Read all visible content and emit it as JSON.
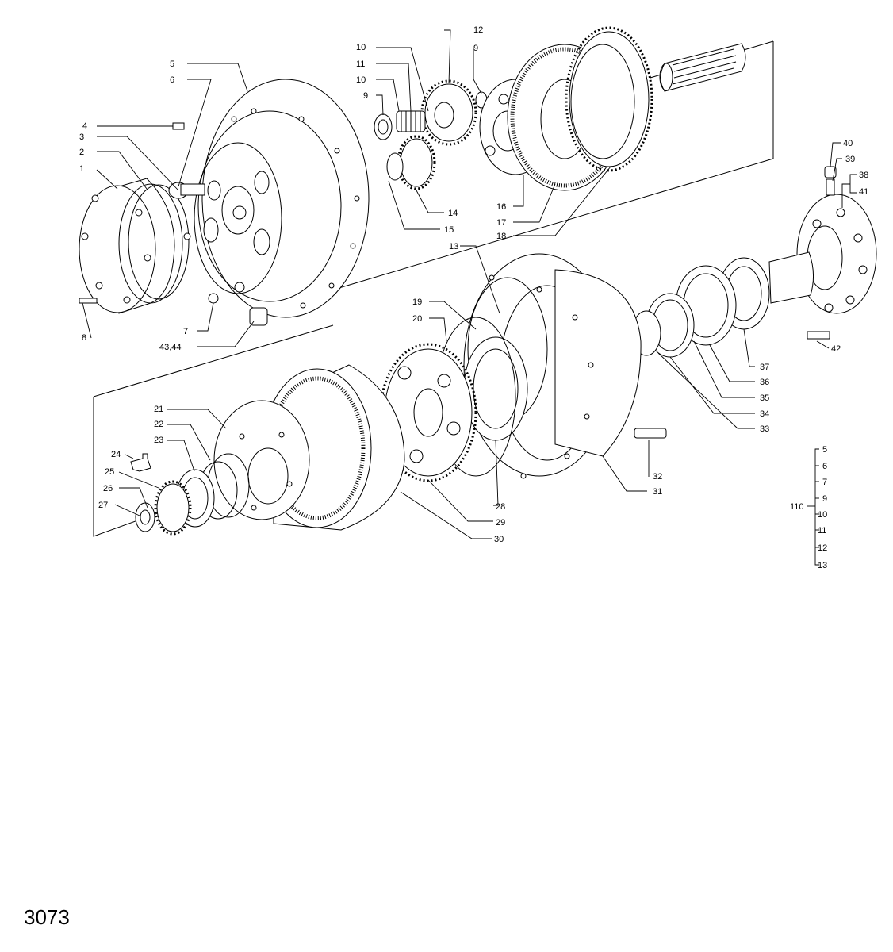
{
  "figure_number": "3073",
  "callouts": [
    {
      "id": "c1",
      "label": "1"
    },
    {
      "id": "c2",
      "label": "2"
    },
    {
      "id": "c3",
      "label": "3"
    },
    {
      "id": "c4",
      "label": "4"
    },
    {
      "id": "c5",
      "label": "5"
    },
    {
      "id": "c6",
      "label": "6"
    },
    {
      "id": "c7",
      "label": "7"
    },
    {
      "id": "c8",
      "label": "8"
    },
    {
      "id": "c9a",
      "label": "9"
    },
    {
      "id": "c10a",
      "label": "10"
    },
    {
      "id": "c11",
      "label": "11"
    },
    {
      "id": "c10b",
      "label": "10"
    },
    {
      "id": "c12",
      "label": "12"
    },
    {
      "id": "c9b",
      "label": "9"
    },
    {
      "id": "c13",
      "label": "13"
    },
    {
      "id": "c14",
      "label": "14"
    },
    {
      "id": "c15",
      "label": "15"
    },
    {
      "id": "c16",
      "label": "16"
    },
    {
      "id": "c17",
      "label": "17"
    },
    {
      "id": "c18",
      "label": "18"
    },
    {
      "id": "c19",
      "label": "19"
    },
    {
      "id": "c20",
      "label": "20"
    },
    {
      "id": "c21",
      "label": "21"
    },
    {
      "id": "c22",
      "label": "22"
    },
    {
      "id": "c23",
      "label": "23"
    },
    {
      "id": "c24",
      "label": "24"
    },
    {
      "id": "c25",
      "label": "25"
    },
    {
      "id": "c26",
      "label": "26"
    },
    {
      "id": "c27",
      "label": "27"
    },
    {
      "id": "c28",
      "label": "28"
    },
    {
      "id": "c29",
      "label": "29"
    },
    {
      "id": "c30",
      "label": "30"
    },
    {
      "id": "c31",
      "label": "31"
    },
    {
      "id": "c32",
      "label": "32"
    },
    {
      "id": "c33",
      "label": "33"
    },
    {
      "id": "c34",
      "label": "34"
    },
    {
      "id": "c35",
      "label": "35"
    },
    {
      "id": "c36",
      "label": "36"
    },
    {
      "id": "c37",
      "label": "37"
    },
    {
      "id": "c38",
      "label": "38"
    },
    {
      "id": "c39",
      "label": "39"
    },
    {
      "id": "c40",
      "label": "40"
    },
    {
      "id": "c41",
      "label": "41"
    },
    {
      "id": "c42",
      "label": "42"
    },
    {
      "id": "c4344",
      "label": "43,44"
    }
  ],
  "kit": {
    "label": "110",
    "items": [
      "5",
      "6",
      "7",
      "9",
      "10",
      "11",
      "12",
      "13"
    ]
  }
}
